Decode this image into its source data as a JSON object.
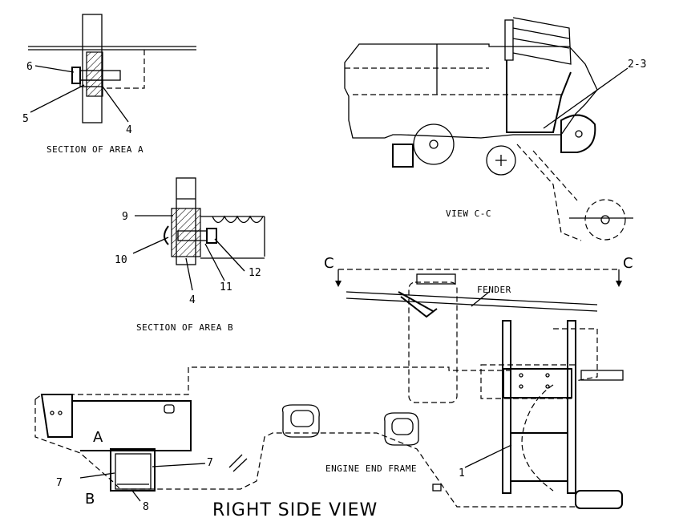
{
  "labels": {
    "section_a": "SECTION OF AREA A",
    "section_b": "SECTION OF AREA B",
    "view_cc": "VIEW C-C",
    "right_side_view": "RIGHT SIDE VIEW",
    "fender": "FENDER",
    "engine_end_frame": "ENGINE END FRAME",
    "cut_c_left": "C",
    "cut_c_right": "C",
    "area_a": "A",
    "area_b": "B"
  },
  "callouts": {
    "n1": "1",
    "n2_3": "2-3",
    "n4a": "4",
    "n4b": "4",
    "n5": "5",
    "n6": "6",
    "n7a": "7",
    "n7b": "7",
    "n8": "8",
    "n9": "9",
    "n10": "10",
    "n11": "11",
    "n12": "12"
  }
}
